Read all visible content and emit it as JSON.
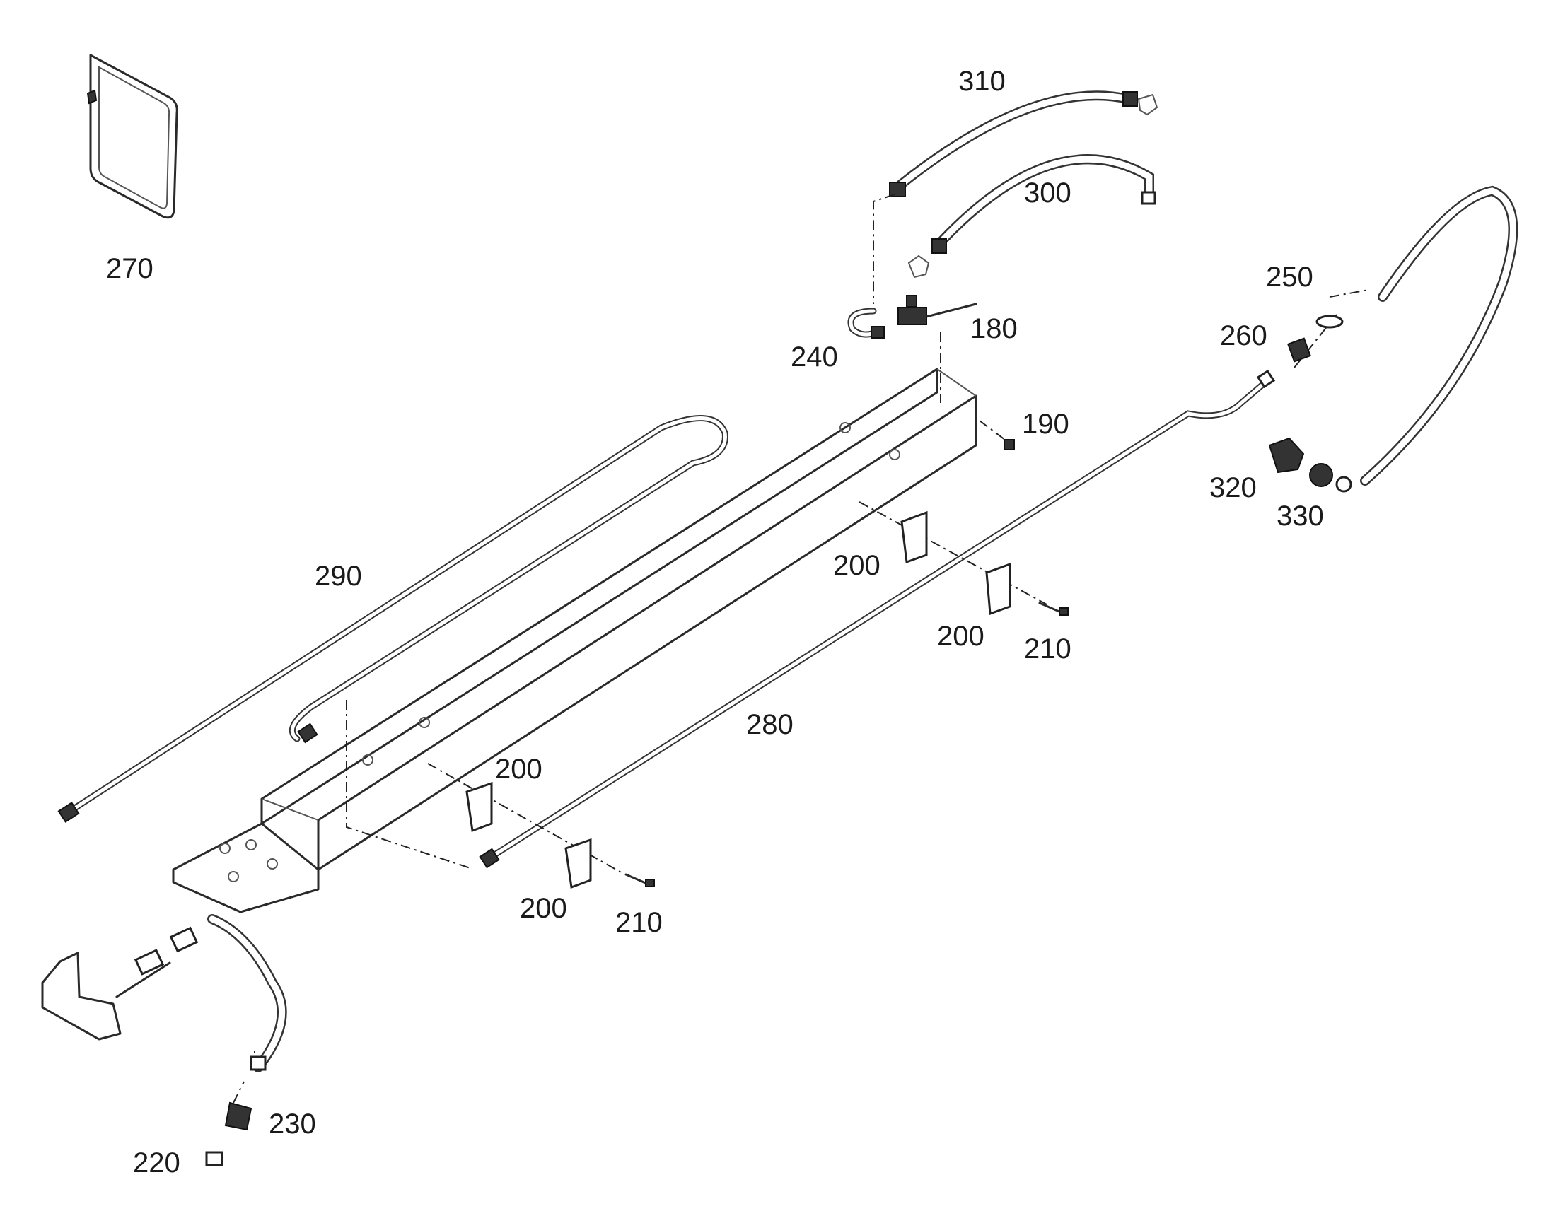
{
  "callouts": {
    "c180": "180",
    "c190": "190",
    "c200a": "200",
    "c200b": "200",
    "c200c": "200",
    "c200d": "200",
    "c210a": "210",
    "c210b": "210",
    "c220": "220",
    "c230": "230",
    "c240": "240",
    "c250": "250",
    "c260": "260",
    "c270": "270",
    "c280": "280",
    "c290": "290",
    "c300": "300",
    "c310": "310",
    "c320": "320",
    "c330": "330"
  }
}
